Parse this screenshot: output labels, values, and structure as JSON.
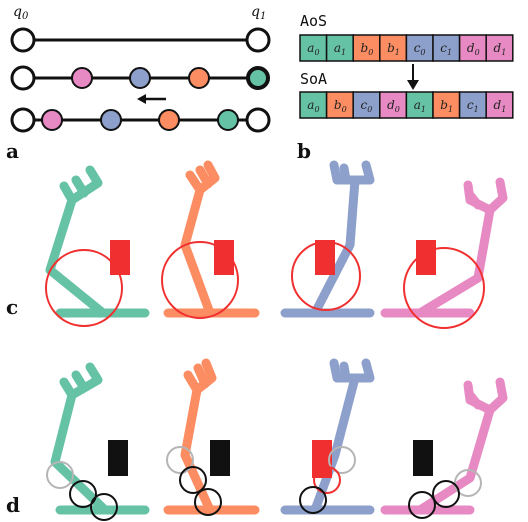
{
  "colors": {
    "green": "#66c2a5",
    "orange": "#fc8d62",
    "blue": "#8da0cb",
    "pink": "#e78ac3",
    "red": "#f03030",
    "black": "#111111",
    "gray": "#b5b5b5"
  },
  "panel_labels": {
    "a": "a",
    "b": "b",
    "c": "c",
    "d": "d"
  },
  "panel_a": {
    "q0_label": "q0",
    "q1_label": "q1",
    "arrow": "left-arrow"
  },
  "panel_b": {
    "aos_label": "AoS",
    "soa_label": "SoA",
    "aos_cells": [
      {
        "letter": "a",
        "index": "0",
        "color": "green"
      },
      {
        "letter": "a",
        "index": "1",
        "color": "green"
      },
      {
        "letter": "b",
        "index": "0",
        "color": "orange"
      },
      {
        "letter": "b",
        "index": "1",
        "color": "orange"
      },
      {
        "letter": "c",
        "index": "0",
        "color": "blue"
      },
      {
        "letter": "c",
        "index": "1",
        "color": "blue"
      },
      {
        "letter": "d",
        "index": "0",
        "color": "pink"
      },
      {
        "letter": "d",
        "index": "1",
        "color": "pink"
      }
    ],
    "soa_cells": [
      {
        "letter": "a",
        "index": "0",
        "color": "green"
      },
      {
        "letter": "b",
        "index": "0",
        "color": "orange"
      },
      {
        "letter": "c",
        "index": "0",
        "color": "blue"
      },
      {
        "letter": "d",
        "index": "0",
        "color": "pink"
      },
      {
        "letter": "a",
        "index": "1",
        "color": "green"
      },
      {
        "letter": "b",
        "index": "1",
        "color": "orange"
      },
      {
        "letter": "c",
        "index": "1",
        "color": "blue"
      },
      {
        "letter": "d",
        "index": "1",
        "color": "pink"
      }
    ]
  }
}
